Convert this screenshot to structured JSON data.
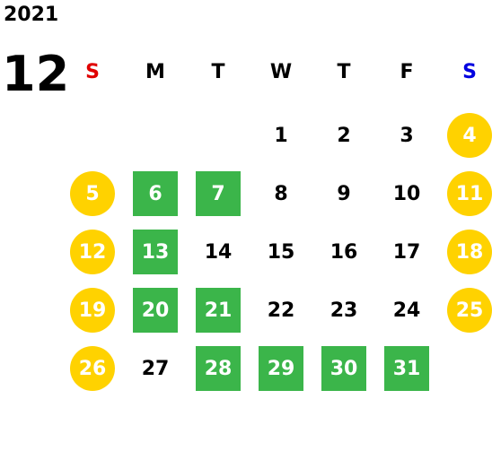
{
  "year": "2021",
  "month": "12",
  "weekdays": [
    {
      "label": "S",
      "color": "#e00000"
    },
    {
      "label": "M",
      "color": "#000000"
    },
    {
      "label": "T",
      "color": "#000000"
    },
    {
      "label": "W",
      "color": "#000000"
    },
    {
      "label": "T",
      "color": "#000000"
    },
    {
      "label": "F",
      "color": "#000000"
    },
    {
      "label": "S",
      "color": "#0000e0"
    }
  ],
  "colors": {
    "holiday": "#FFD200",
    "marked": "#3BB54A"
  },
  "weeks": [
    [
      null,
      null,
      null,
      {
        "d": "1"
      },
      {
        "d": "2"
      },
      {
        "d": "3"
      },
      {
        "d": "4",
        "s": "holiday"
      }
    ],
    [
      {
        "d": "5",
        "s": "holiday"
      },
      {
        "d": "6",
        "s": "marked"
      },
      {
        "d": "7",
        "s": "marked"
      },
      {
        "d": "8"
      },
      {
        "d": "9"
      },
      {
        "d": "10"
      },
      {
        "d": "11",
        "s": "holiday"
      }
    ],
    [
      {
        "d": "12",
        "s": "holiday"
      },
      {
        "d": "13",
        "s": "marked"
      },
      {
        "d": "14"
      },
      {
        "d": "15"
      },
      {
        "d": "16"
      },
      {
        "d": "17"
      },
      {
        "d": "18",
        "s": "holiday"
      }
    ],
    [
      {
        "d": "19",
        "s": "holiday"
      },
      {
        "d": "20",
        "s": "marked"
      },
      {
        "d": "21",
        "s": "marked"
      },
      {
        "d": "22"
      },
      {
        "d": "23"
      },
      {
        "d": "24"
      },
      {
        "d": "25",
        "s": "holiday"
      }
    ],
    [
      {
        "d": "26",
        "s": "holiday"
      },
      {
        "d": "27"
      },
      {
        "d": "28",
        "s": "marked"
      },
      {
        "d": "29",
        "s": "marked"
      },
      {
        "d": "30",
        "s": "marked"
      },
      {
        "d": "31",
        "s": "marked"
      },
      null
    ]
  ]
}
